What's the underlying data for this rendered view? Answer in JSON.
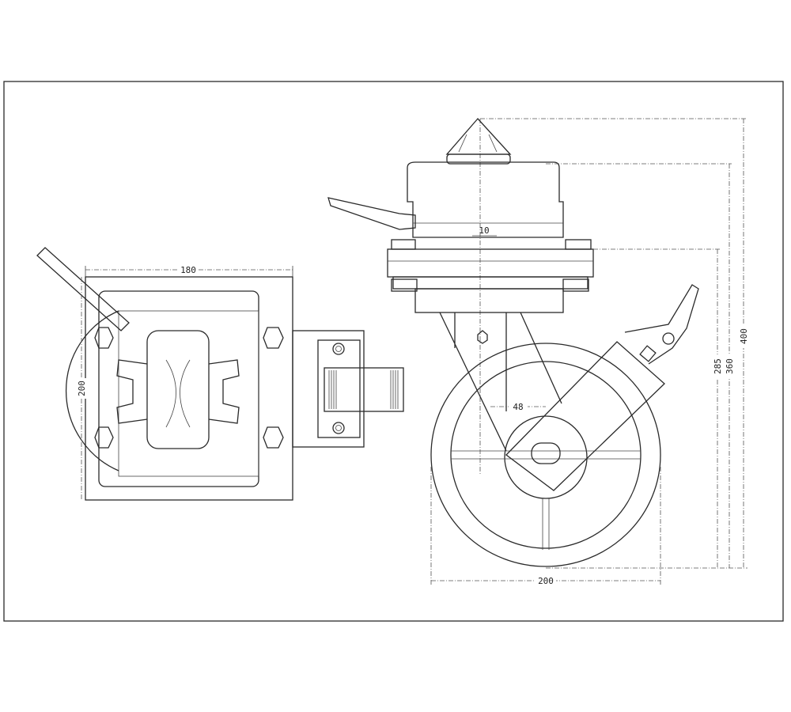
{
  "drawing": {
    "title": "Swivel caster with brake - technical drawing",
    "units": "mm",
    "dimensions": {
      "top_view_width": "180",
      "top_view_height": "200",
      "offset_small": "10",
      "swivel_offset": "48",
      "wheel_diameter": "200",
      "height_plate": "285",
      "height_body": "360",
      "height_total": "400"
    },
    "colors": {
      "line": "#2a2a2a",
      "paper": "#ffffff"
    }
  }
}
